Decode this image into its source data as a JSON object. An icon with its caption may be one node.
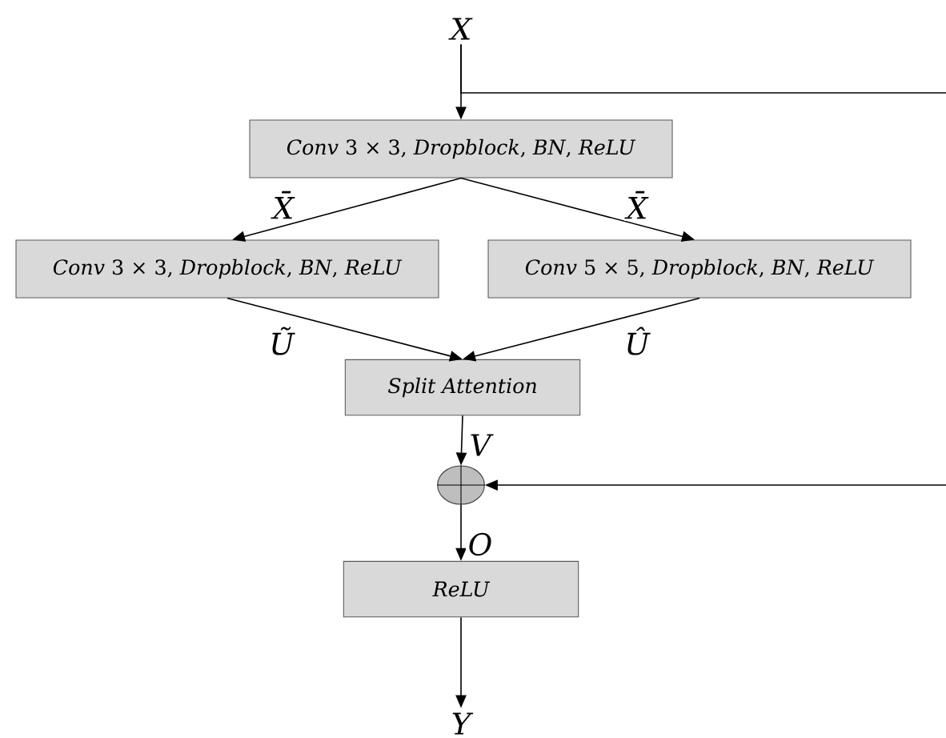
{
  "diagram": {
    "nodes": [
      {
        "text": [
          "X"
        ]
      },
      {
        "text": [
          "*Conv* 3 × 3, *Dropblock*, *BN*, *ReLU*"
        ]
      },
      {
        "text": [
          "*Conv* 3 × 3, *Dropblock*, *BN*, *ReLU*"
        ]
      },
      {
        "text": [
          "*Conv* 5 × 5, *Dropblock*, *BN*, *ReLU*"
        ]
      },
      {
        "text": [
          "Split Attention"
        ]
      },
      {
        "text": [],
        "shape": "circle"
      },
      {
        "text": [
          "ReLU"
        ]
      },
      {
        "text": [
          "Y"
        ]
      }
    ],
    "edges": [
      {
        "from": 0,
        "to": 1,
        "arrow": "to"
      },
      {
        "from": 1,
        "to": 2,
        "arrow": "to",
        "label": "X̄"
      },
      {
        "from": 1,
        "to": 3,
        "arrow": "to",
        "label": "X̄"
      },
      {
        "from": 2,
        "to": 4,
        "arrow": "to",
        "label": "Ũ"
      },
      {
        "from": 3,
        "to": 4,
        "arrow": "to",
        "label": "Û"
      },
      {
        "from": 4,
        "to": 5,
        "arrow": "to",
        "label": "V"
      },
      {
        "from": 5,
        "to": 6,
        "arrow": "to",
        "label": "O"
      },
      {
        "from": 6,
        "to": 7,
        "arrow": "to"
      },
      {
        "from": 0,
        "to": 5,
        "arrow": "to"
      }
    ]
  }
}
